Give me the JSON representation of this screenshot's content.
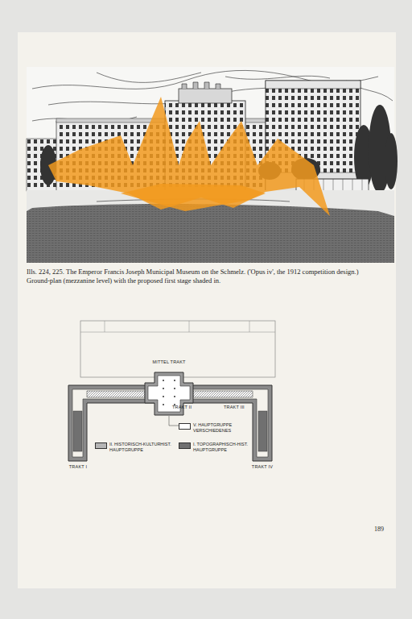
{
  "diagram": {
    "caption": "Ills. 224, 225. The Emperor Francis Joseph Municipal Museum on the Schmelz. ('Opus iv', the 1912 competition design.) Ground-plan (mezzanine level) with the proposed first stage shaded in.",
    "labels": [
      "MITTEL TRAKT",
      "TRAKT II",
      "TRAKT III",
      "TRAKT I",
      "TRAKT IV",
      "189"
    ],
    "legend": [
      {
        "text": "V. HAUPTGRUPPE VERSCHIEDENES",
        "color": "#ffffff"
      },
      {
        "text": "II. HISTORISCH-KULTURHIST. HAUPTGRUPPE",
        "color": "#b5b5b5"
      },
      {
        "text": "I. TOPOGRAPHISCH-HIST. HAUPTGRUPPE",
        "color": "#707070"
      }
    ]
  }
}
